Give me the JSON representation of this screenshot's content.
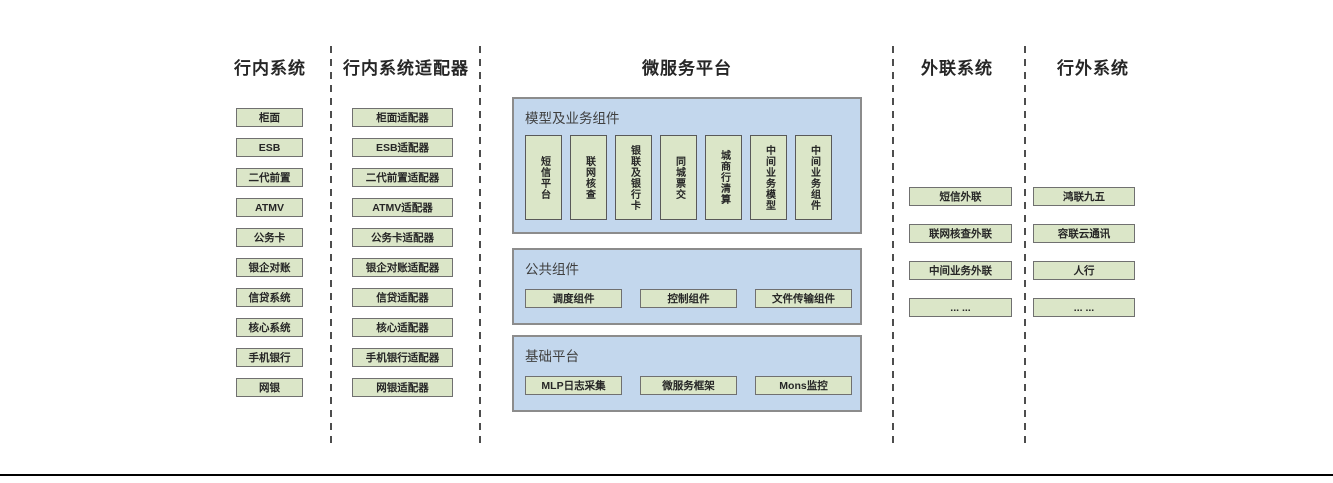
{
  "colors": {
    "box_fill": "#dbe6c8",
    "box_border": "#707070",
    "panel_fill": "#c3d7ed",
    "panel_border": "#8c8c8c",
    "divider": "#4d4d4d"
  },
  "columns": [
    {
      "title": "行内系统",
      "items": [
        "柜面",
        "ESB",
        "二代前置",
        "ATMV",
        "公务卡",
        "银企对账",
        "信贷系统",
        "核心系统",
        "手机银行",
        "网银"
      ]
    },
    {
      "title": "行内系统适配器",
      "items": [
        "柜面适配器",
        "ESB适配器",
        "二代前置适配器",
        "ATMV适配器",
        "公务卡适配器",
        "银企对账适配器",
        "信贷适配器",
        "核心适配器",
        "手机银行适配器",
        "网银适配器"
      ]
    },
    {
      "title": "微服务平台",
      "sections": [
        {
          "label": "模型及业务组件",
          "items": [
            "短信平台",
            "联网核查",
            "银联及银行卡",
            "同城票交",
            "城商行清算",
            "中间业务模型",
            "中间业务组件"
          ]
        },
        {
          "label": "公共组件",
          "items": [
            "调度组件",
            "控制组件",
            "文件传输组件"
          ]
        },
        {
          "label": "基础平台",
          "items": [
            "MLP日志采集",
            "微服务框架",
            "Mons监控"
          ]
        }
      ]
    },
    {
      "title": "外联系统",
      "items": [
        "短信外联",
        "联网核查外联",
        "中间业务外联",
        "... ..."
      ]
    },
    {
      "title": "行外系统",
      "items": [
        "鸿联九五",
        "容联云通讯",
        "人行",
        "... ..."
      ]
    }
  ]
}
